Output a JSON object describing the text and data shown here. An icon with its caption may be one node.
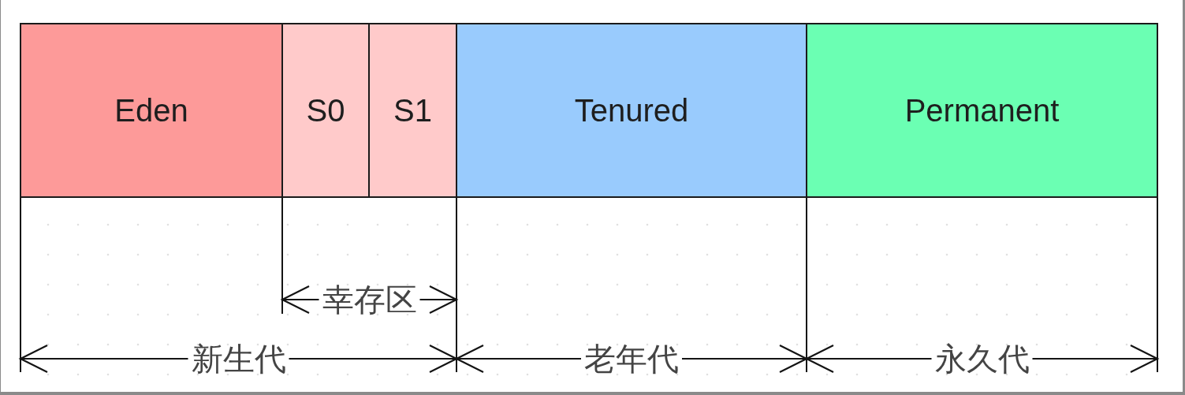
{
  "diagram": {
    "nodes": [
      {
        "text": [
          "Eden"
        ]
      },
      {
        "text": [
          "S0"
        ]
      },
      {
        "text": [
          "S1"
        ]
      },
      {
        "text": [
          "Tenured"
        ]
      },
      {
        "text": [
          "Permanent"
        ]
      }
    ],
    "labels": [
      "幸存区",
      "新生代",
      "老年代",
      "永久代"
    ]
  }
}
